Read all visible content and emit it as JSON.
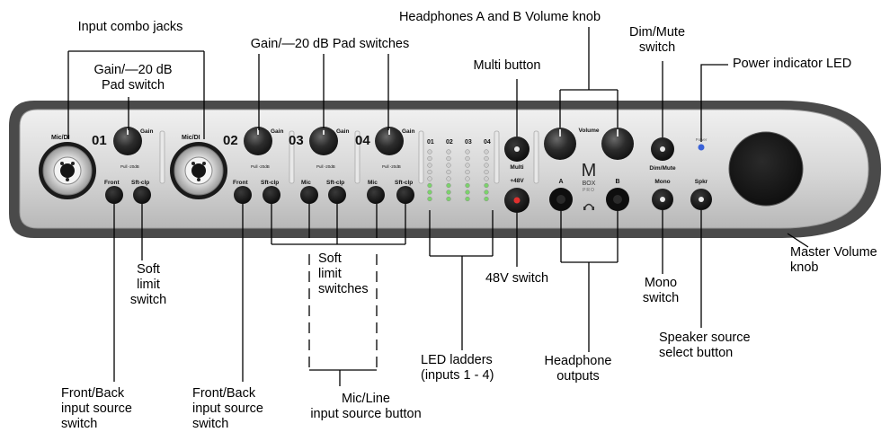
{
  "device": {
    "brand_logo": "M",
    "brand_logo_sub": "BOX",
    "brand_logo_sub2": "PRO",
    "colors": {
      "outer_shell": "#4a4a4a",
      "panel_light": "#dcdcdc",
      "panel_mid": "#bdbdbd",
      "knob": "#262626",
      "led_green": "#7bd36b",
      "led_off": "#cfcfcf",
      "phantom_led": "#e0302e",
      "power_led": "#3a62d8"
    },
    "channels": [
      {
        "number": "01",
        "input_label": "Mic/DI",
        "gain_label": "Gain",
        "pad_label": "Pull -20dB",
        "switch1_label": "Front",
        "switch2_label": "Sft-clp"
      },
      {
        "number": "02",
        "input_label": "Mic/DI",
        "gain_label": "Gain",
        "pad_label": "Pull -20dB",
        "switch1_label": "Front",
        "switch2_label": "Sft-clp"
      },
      {
        "number": "03",
        "gain_label": "Gain",
        "pad_label": "Pull -20dB",
        "switch1_label": "Mic",
        "switch2_label": "Sft-clp"
      },
      {
        "number": "04",
        "gain_label": "Gain",
        "pad_label": "Pull -20dB",
        "switch1_label": "Mic",
        "switch2_label": "Sft-clp"
      }
    ],
    "meter_headers": [
      "01",
      "02",
      "03",
      "04"
    ],
    "multi_label": "Multi",
    "phantom_label": "+48V",
    "volume_label": "Volume",
    "headphone_a_label": "A",
    "headphone_b_label": "B",
    "dim_mute_label": "Dim/Mute",
    "mono_label": "Mono",
    "spkr_label": "Spkr",
    "power_label": "Power"
  },
  "callouts": {
    "input_combo_jacks": "Input combo jacks",
    "gain_pad_switch": "Gain/—20 dB\nPad switch",
    "gain_pad_switches": "Gain/—20 dB Pad switches",
    "headphones_volume_knob": "Headphones A and B Volume knob",
    "multi_button": "Multi button",
    "dim_mute_switch": "Dim/Mute\nswitch",
    "power_indicator_led": "Power indicator LED",
    "master_volume_knob": "Master Volume\nknob",
    "soft_limit_switch": "Soft\nlimit\nswitch",
    "soft_limit_switches": "Soft\nlimit\nswitches",
    "switch_48v": "48V switch",
    "led_ladders": "LED ladders\n(inputs 1 - 4)",
    "headphone_outputs": "Headphone\noutputs",
    "mono_switch": "Mono\nswitch",
    "speaker_source_select_button": "Speaker source\nselect button",
    "front_back_switch_1": "Front/Back\ninput source\nswitch",
    "front_back_switch_2": "Front/Back\ninput source\nswitch",
    "mic_line_button": "Mic/Line\ninput source button"
  }
}
